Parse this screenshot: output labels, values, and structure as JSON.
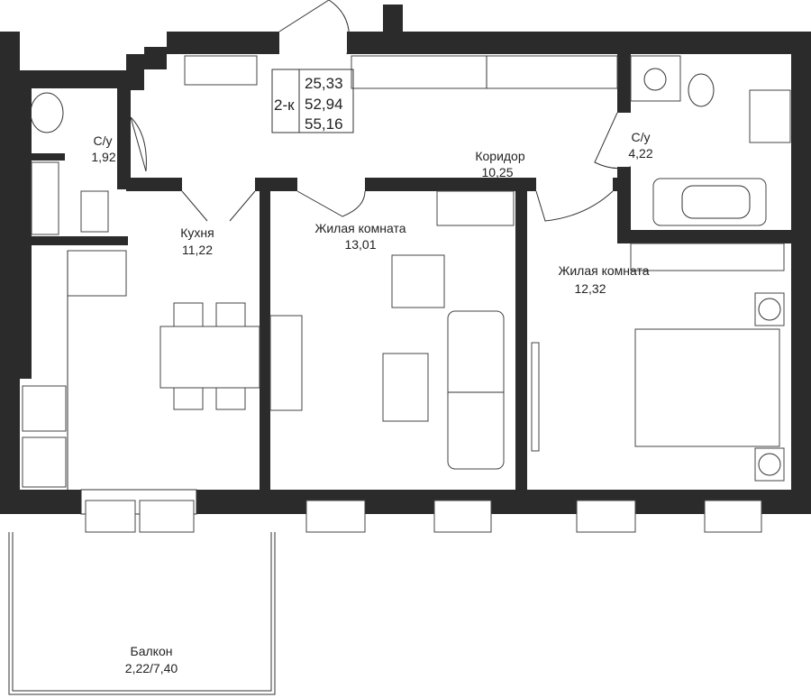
{
  "apartment": {
    "type": "2-к",
    "areas": [
      "25,33",
      "52,94",
      "55,16"
    ]
  },
  "rooms": [
    {
      "name": "С/у",
      "area": "1,92"
    },
    {
      "name": "Кухня",
      "area": "11,22"
    },
    {
      "name": "Жилая комната",
      "area": "13,01"
    },
    {
      "name": "Коридор",
      "area": "10,25"
    },
    {
      "name": "С/у",
      "area": "4,22"
    },
    {
      "name": "Жилая комната",
      "area": "12,32"
    },
    {
      "name": "Балкон",
      "area": "2,22/7,40"
    }
  ],
  "colors": {
    "wall": "#2b2b2b",
    "line": "#333333"
  }
}
